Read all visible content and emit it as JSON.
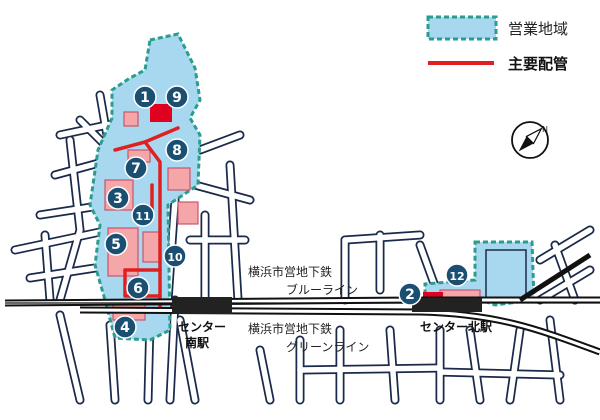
{
  "legend": {
    "service_area": "営業地域",
    "main_pipe": "主要配管",
    "service_area_fill": "#a8d8f0",
    "service_area_border": "#2a9d8f",
    "main_pipe_color": "#e02020"
  },
  "lines": {
    "blue_line": [
      "横浜市営地下鉄",
      "ブルーライン"
    ],
    "green_line": [
      "横浜市営地下鉄",
      "グリーンライン"
    ]
  },
  "stations": {
    "south": [
      "センター",
      "南駅"
    ],
    "north": "センター北駅"
  },
  "markers": [
    "1",
    "9",
    "7",
    "8",
    "3",
    "11",
    "5",
    "10",
    "6",
    "4",
    "2",
    "12"
  ],
  "compass": {
    "label": "N",
    "icon": "north-arrow-icon"
  },
  "colors": {
    "street": "#ffffff",
    "street_edge": "#1a2a4a",
    "building": "#f4a6a8",
    "building_edge": "#c8556b",
    "plant": "#e00020",
    "marker": "#1b4f72",
    "rail": "#111111"
  }
}
